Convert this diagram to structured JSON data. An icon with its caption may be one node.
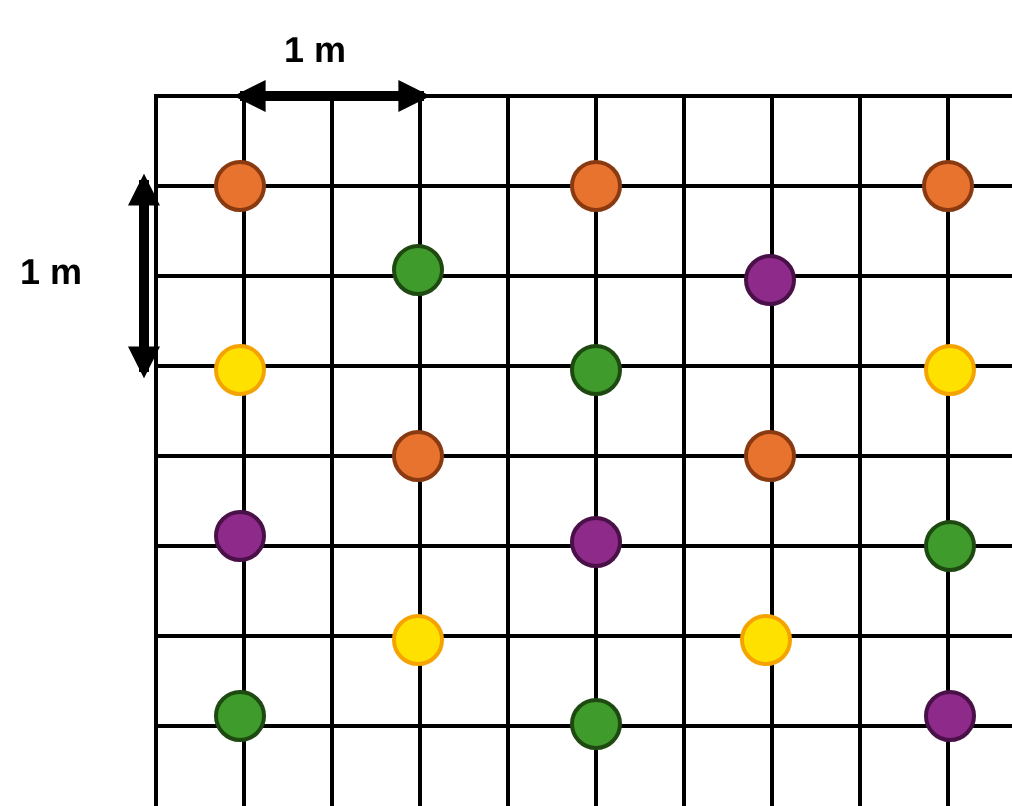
{
  "diagram": {
    "nodes": [
      {
        "text": [],
        "shape": "circle"
      },
      {
        "text": [],
        "shape": "circle"
      },
      {
        "text": [],
        "shape": "circle"
      },
      {
        "text": [],
        "shape": "circle"
      },
      {
        "text": [],
        "shape": "circle"
      },
      {
        "text": [],
        "shape": "circle"
      },
      {
        "text": [],
        "shape": "circle"
      },
      {
        "text": [],
        "shape": "circle"
      },
      {
        "text": [],
        "shape": "circle"
      },
      {
        "text": [],
        "shape": "circle"
      },
      {
        "text": [],
        "shape": "circle"
      },
      {
        "text": [],
        "shape": "circle"
      },
      {
        "text": [],
        "shape": "circle"
      },
      {
        "text": [],
        "shape": "circle"
      },
      {
        "text": [],
        "shape": "circle"
      },
      {
        "text": [],
        "shape": "circle"
      },
      {
        "text": [],
        "shape": "circle"
      },
      {
        "text": [],
        "shape": "circle"
      }
    ],
    "labels": [
      "1 m",
      "1 m"
    ]
  }
}
